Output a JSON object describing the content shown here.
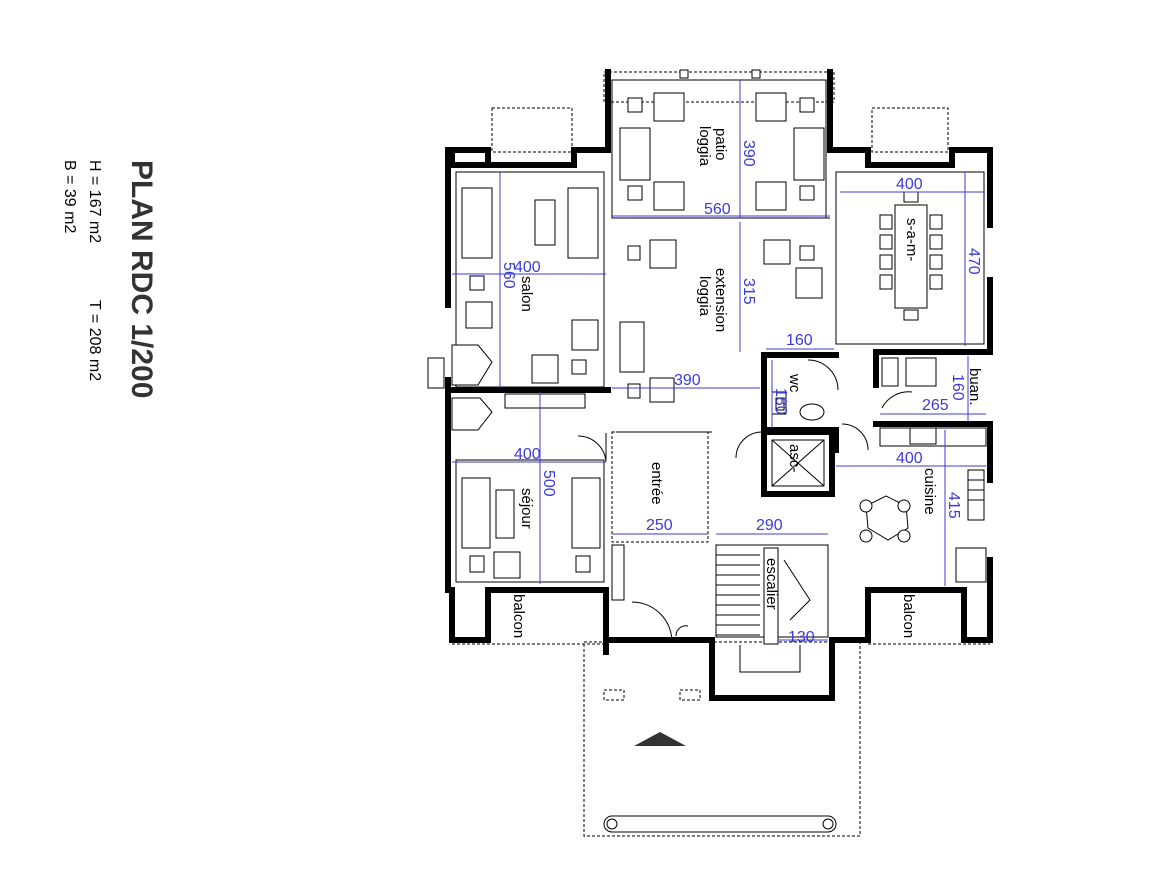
{
  "title": "PLAN RDC 1/200",
  "areas": {
    "h": "H = 167 m2",
    "b": "B = 39 m2",
    "t": "T = 208 m2"
  },
  "rooms": {
    "patio": "patio",
    "loggia": "loggia",
    "extension": "extension",
    "loggia2": "loggia",
    "salon": "salon",
    "sejour": "séjour",
    "entree": "entrée",
    "sam": "s-a-m-",
    "wc": "wc",
    "asc": "asc-",
    "buan": "buan.",
    "cuisine": "cuisine",
    "escalier": "escalier",
    "balcon_left": "balcon",
    "balcon_right": "balcon"
  },
  "dimensions": {
    "patio_h": "390",
    "patio_w": "560",
    "sam_w": "400",
    "sam_h": "470",
    "salon_w": "400",
    "salon_h": "560",
    "ext_h": "315",
    "wc_w": "160",
    "wc_h": "180",
    "buan_h": "160",
    "buan_w": "265",
    "hall_w": "390",
    "sejour_w": "400",
    "sejour_h": "500",
    "cuisine_w": "400",
    "cuisine_h": "415",
    "entree_w": "250",
    "esc_w": "290",
    "esc_h": "130"
  },
  "colors": {
    "dimension": "#3b3bd6",
    "wall": "#000000",
    "title": "#333333"
  }
}
